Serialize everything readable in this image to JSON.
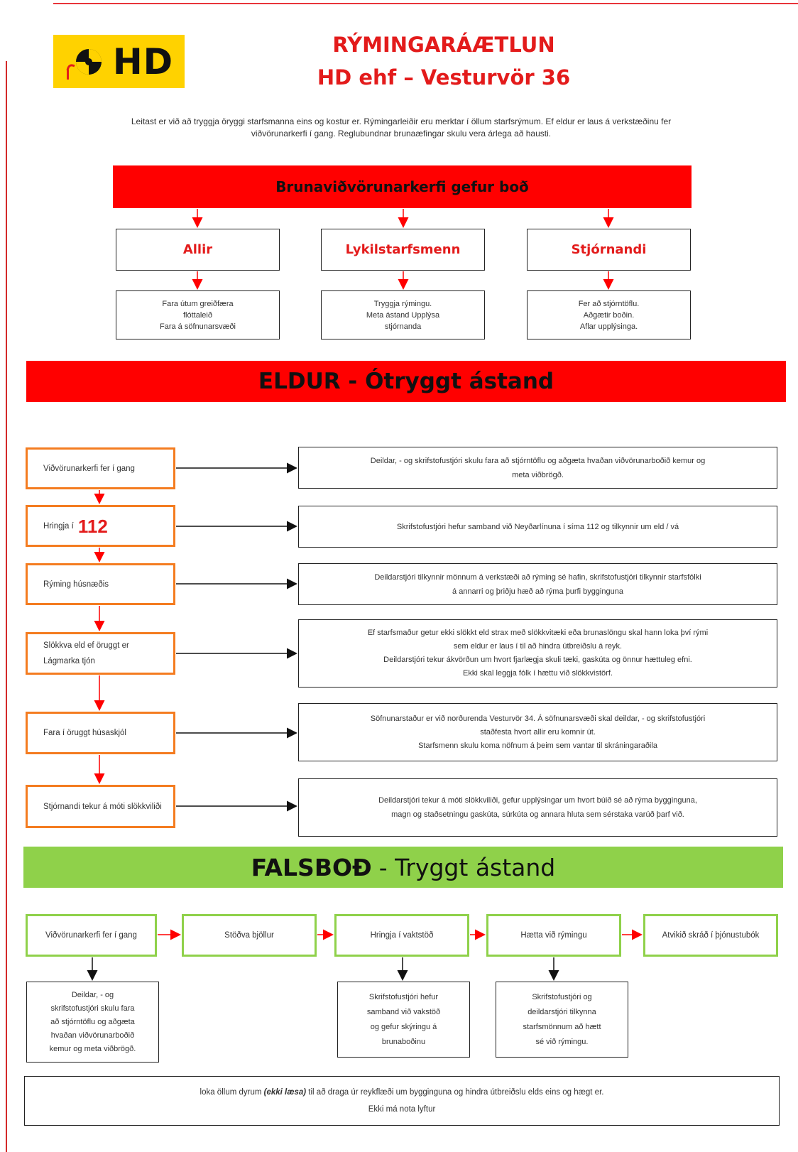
{
  "header": {
    "logo_text": "HD",
    "title_line1": "RÝMINGARÁÆTLUN",
    "title_line2": "HD ehf – Vesturvör 36"
  },
  "intro": "Leitast er við að tryggja öryggi starfsmanna eins og kostur er. Rýmingarleiðir eru merktar í öllum starfsrýmum. Ef eldur er laus á verkstæðinu fer viðvörunarkerfi í gang. Reglubundnar brunaæfingar skulu vera árlega að hausti.",
  "alarm_bar": "Brunaviðvörunarkerfi gefur boð",
  "roles": [
    {
      "name": "Allir",
      "tasks": [
        "Fara útum greiðfæra",
        "flóttaleið",
        "Fara á söfnunarsvæði"
      ]
    },
    {
      "name": "Lykilstarfsmenn",
      "tasks": [
        "Tryggja rýmingu.",
        "Meta ástand Upplýsa",
        "stjórnanda"
      ]
    },
    {
      "name": "Stjórnandi",
      "tasks": [
        "Fer að stjórntöflu.",
        "Aðgætir boðin.",
        "Aflar upplýsinga."
      ]
    }
  ],
  "fire_bar": "ELDUR - Ótryggt ástand",
  "fire_steps": [
    {
      "label": "Viðvörunarkerfi fer í gang",
      "detail": [
        "Deildar, - og skrifstofustjóri skulu fara að stjórntöflu og aðgæta hvaðan viðvörunarboðið kemur og",
        "meta viðbrögð."
      ]
    },
    {
      "label": "Hringja í",
      "number": "112",
      "detail": [
        "Skrifstofustjóri hefur samband við Neyðarlínuna í síma 112 og tilkynnir um eld / vá"
      ]
    },
    {
      "label": "Rýming húsnæðis",
      "detail": [
        "Deildarstjóri tilkynnir mönnum á verkstæði að rýming sé hafin, skrifstofustjóri tilkynnir starfsfólki",
        "á annarri og þriðju hæð að rýma þurfi bygginguna"
      ]
    },
    {
      "label": "Slökkva eld ef öruggt er Lágmarka tjón",
      "detail": [
        "Ef starfsmaður getur ekki slökkt eld strax með slökkvitæki eða brunaslöngu skal hann loka því rými",
        "sem eldur er laus í til að hindra útbreiðslu á reyk.",
        "Deildarstjóri tekur ákvörðun um hvort fjarlægja skuli tæki, gaskúta og önnur hættuleg efni.",
        "Ekki skal leggja fólk í hættu við slökkvistörf."
      ]
    },
    {
      "label": "Fara í öruggt húsaskjól",
      "detail": [
        "Söfnunarstaður er við norðurenda Vesturvör 34. Á söfnunarsvæði skal deildar, - og skrifstofustjóri",
        "staðfesta hvort allir eru komnir út.",
        "Starfsmenn skulu koma nöfnum á þeim sem vantar til skráningaraðila"
      ]
    },
    {
      "label": "Stjórnandi tekur á móti slökkviliði",
      "detail": [
        "Deildarstjóri tekur á móti slökkviliði, gefur upplýsingar um hvort búið sé að rýma bygginguna,",
        "magn og staðsetningu gaskúta, súrkúta og annara hluta sem sérstaka varúð þarf við."
      ]
    }
  ],
  "false_bar": {
    "bold": "FALSBOÐ",
    "rest": "- Tryggt ástand"
  },
  "false_steps": [
    "Viðvörunarkerfi fer í gang",
    "Stöðva bjöllur",
    "Hringja í vaktstöð",
    "Hætta við rýmingu",
    "Atvikið skráð í þjónustubók"
  ],
  "false_details": [
    [
      "Deildar, - og",
      "skrifstofustjóri skulu fara",
      "að stjórntöflu og aðgæta",
      "hvaðan viðvörunarboðið",
      "kemur og meta viðbrögð."
    ],
    [
      "Skrifstofustjóri hefur",
      "samband við vakstöð",
      "og gefur skýringu á",
      "brunaboðinu"
    ],
    [
      "Skrifstofustjóri og",
      "deildarstjóri tilkynna",
      "starfsmönnum að hætt",
      "sé við rýmingu."
    ]
  ],
  "bottom_note": {
    "line1_a": "loka öllum dyrum",
    "line1_em": "(ekki læsa)",
    "line1_b": "til að draga úr reykflæði um bygginguna og hindra útbreiðslu elds eins og hægt er.",
    "line2": "Ekki má nota lyftur"
  },
  "colors": {
    "red": "#ff0000",
    "title_red": "#e31b1b",
    "orange": "#f47c20",
    "green": "#8fd14a",
    "logo_yellow": "#ffd200"
  }
}
